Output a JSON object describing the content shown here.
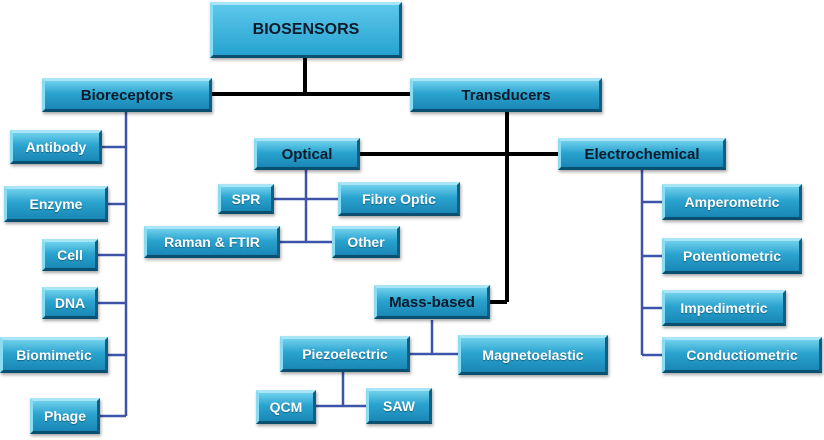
{
  "colors": {
    "box_fill": "#2aa3cf",
    "main_connector": "#000000",
    "sub_connector": "#3d54a8"
  },
  "root": "BIOSENSORS",
  "bioreceptors": {
    "label": "Bioreceptors",
    "items": [
      "Antibody",
      "Enzyme",
      "Cell",
      "DNA",
      "Biomimetic",
      "Phage"
    ]
  },
  "transducers": {
    "label": "Transducers",
    "optical": {
      "label": "Optical",
      "items": [
        "SPR",
        "Fibre Optic",
        "Raman & FTIR",
        "Other"
      ]
    },
    "electrochemical": {
      "label": "Electrochemical",
      "items": [
        "Amperometric",
        "Potentiometric",
        "Impedimetric",
        "Conductiometric"
      ]
    },
    "mass_based": {
      "label": "Mass-based",
      "piezoelectric": "Piezoelectric",
      "magnetoelastic": "Magnetoelastic",
      "piezo_items": [
        "QCM",
        "SAW"
      ]
    }
  }
}
